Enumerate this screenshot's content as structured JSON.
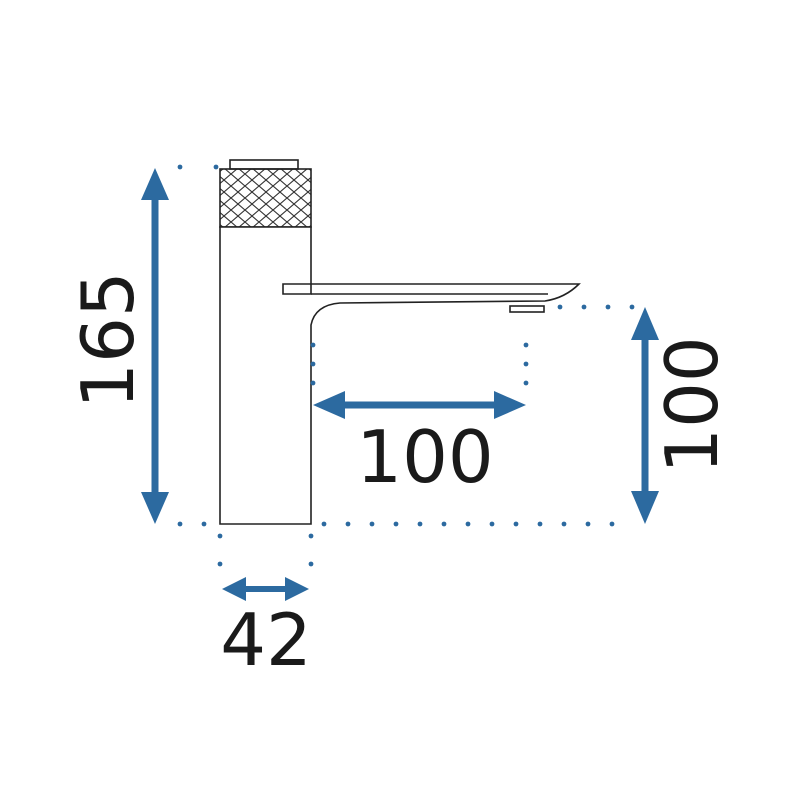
{
  "dimensions": {
    "height": "165",
    "spout_reach": "100",
    "spout_height": "100",
    "base_width": "42"
  },
  "colors": {
    "arrow": "#2c6aa0",
    "outline": "#222222",
    "text": "#1a1a1a",
    "background": "#ffffff"
  }
}
